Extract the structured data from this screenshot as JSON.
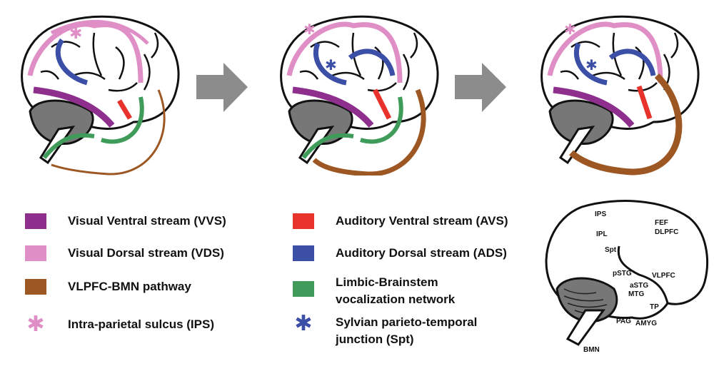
{
  "colors": {
    "vvs": "#8e2f8e",
    "vds": "#df8ec6",
    "vlpfc_bmn": "#9c5723",
    "avs": "#e8332d",
    "ads": "#3c4fa7",
    "limbic": "#3f9b5a",
    "arrow_gray": "#8c8c8c"
  },
  "legend": {
    "vvs": "Visual Ventral stream (VVS)",
    "vds": "Visual Dorsal stream (VDS)",
    "vlpfc_bmn": "VLPFC-BMN pathway",
    "ips": "Intra-parietal sulcus (IPS)",
    "avs": "Auditory Ventral stream (AVS)",
    "ads": "Auditory Dorsal stream (ADS)",
    "limbic_line1": "Limbic-Brainstem",
    "limbic_line2": "vocalization network",
    "spt_line1": "Sylvian parieto-temporal",
    "spt_line2": "junction (Spt)"
  },
  "atlas_labels": {
    "ips": "IPS",
    "fef": "FEF",
    "dlpfc": "DLPFC",
    "ipl": "IPL",
    "spt": "Spt",
    "pstg": "pSTG",
    "vlpfc": "VLPFC",
    "astg": "aSTG",
    "mtg": "MTG",
    "tp": "TP",
    "pag": "PAG",
    "amyg": "AMYG",
    "bmn": "BMN"
  }
}
